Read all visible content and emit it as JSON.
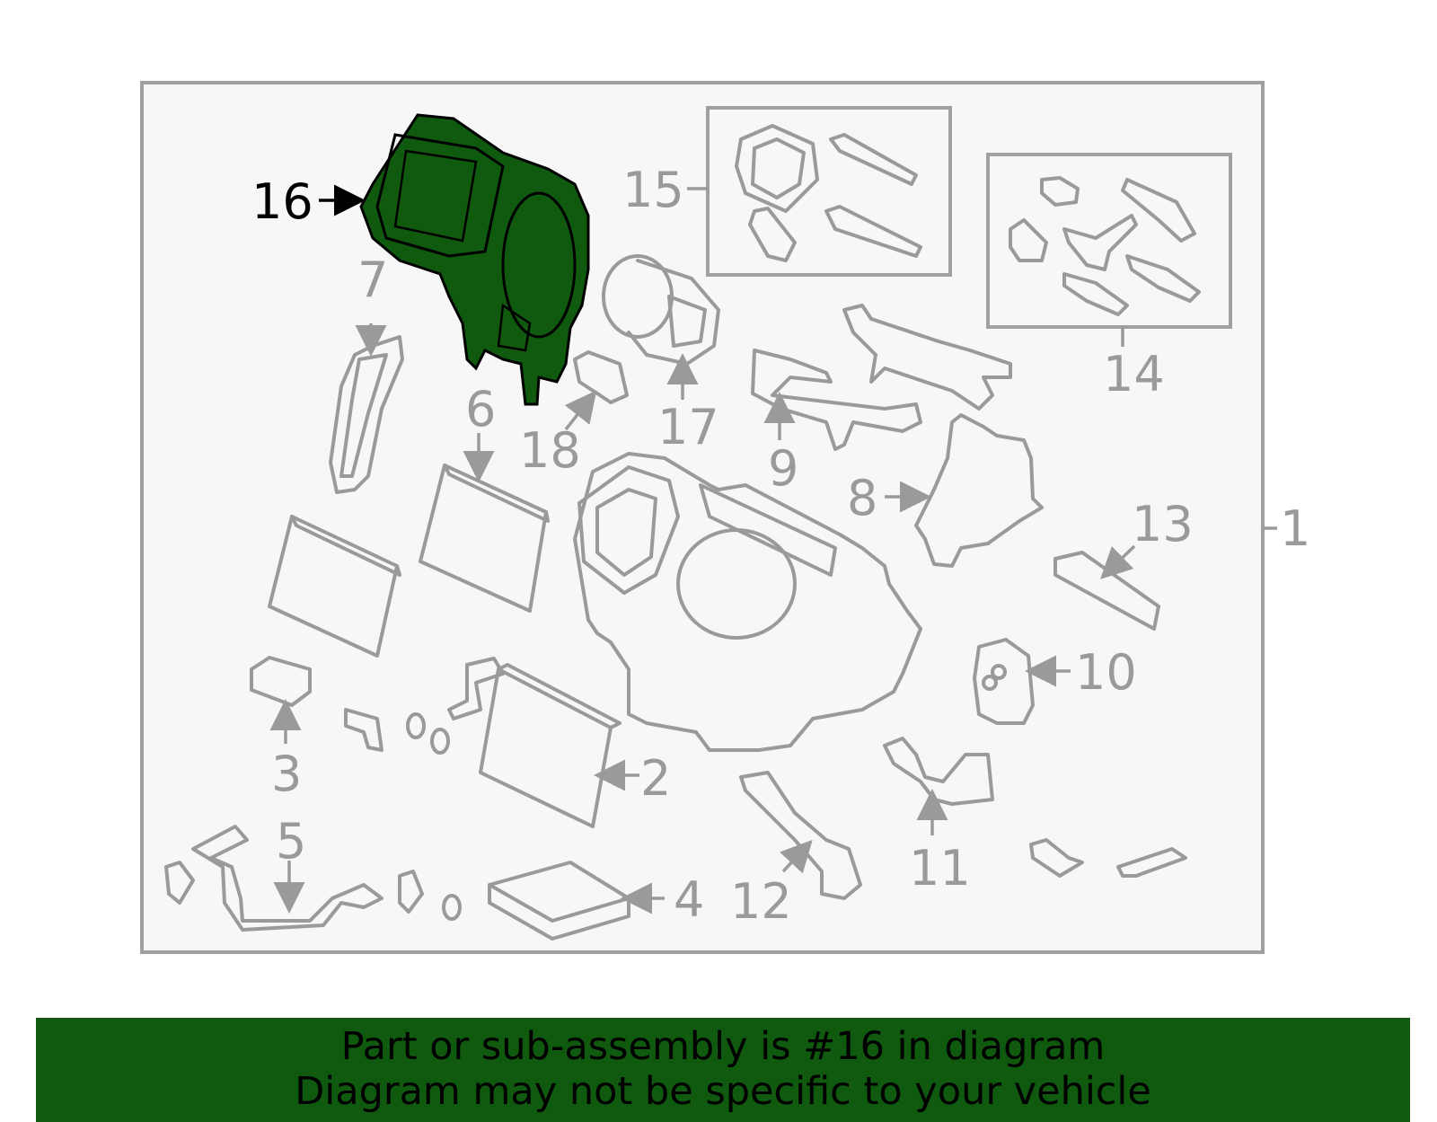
{
  "diagram": {
    "callouts": [
      "1",
      "2",
      "3",
      "4",
      "5",
      "6",
      "7",
      "8",
      "9",
      "10",
      "11",
      "12",
      "13",
      "14",
      "15",
      "16",
      "17",
      "18"
    ],
    "highlighted_part": "16"
  },
  "banner": {
    "line1": "Part or sub-assembly is #16 in diagram",
    "line2": "Diagram may not be specific to your vehicle"
  },
  "colors": {
    "highlight": "#0f5a0f",
    "parts": "#9a9a9a",
    "panel": "#f7f7f7"
  }
}
